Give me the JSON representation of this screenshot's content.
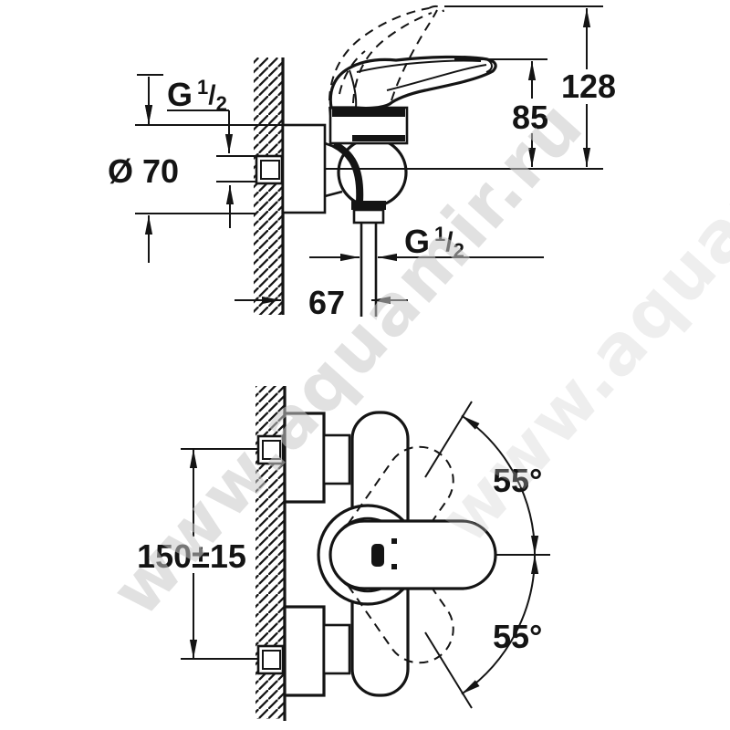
{
  "drawing_type": "technical dimension drawing, wall-mounted single-lever shower mixer, two orthographic views",
  "colors": {
    "line": "#141414",
    "background": "#ffffff",
    "watermark": "#c9c9c9"
  },
  "labels": {
    "g_top": {
      "g": "G",
      "num": "1",
      "slash": "/",
      "den": "2"
    },
    "g_bottom": {
      "g": "G",
      "num": "1",
      "slash": "/",
      "den": "2"
    },
    "diameter": "Ø 70",
    "height_85": "85",
    "height_128": "128",
    "width_67": "67",
    "span_150": "150±15",
    "angle_upper": "55°",
    "angle_lower": "55°"
  },
  "dimensions_summary": {
    "side_view": [
      {
        "name": "thread-size-top",
        "value": "G 1/2"
      },
      {
        "name": "escutcheon-diameter",
        "value": "Ø 70"
      },
      {
        "name": "handle-top-to-outlet-axis",
        "value": "85"
      },
      {
        "name": "raised-handle-top-to-outlet-axis",
        "value": "128"
      },
      {
        "name": "wall-to-outlet-axis",
        "value": "67"
      },
      {
        "name": "thread-size-outlet",
        "value": "G 1/2"
      }
    ],
    "front_view": [
      {
        "name": "connection-centre-distance",
        "value": "150±15"
      },
      {
        "name": "lever-swing-up",
        "value": "55°"
      },
      {
        "name": "lever-swing-down",
        "value": "55°"
      }
    ]
  },
  "watermark": {
    "text": "www.aquamir.ru"
  }
}
